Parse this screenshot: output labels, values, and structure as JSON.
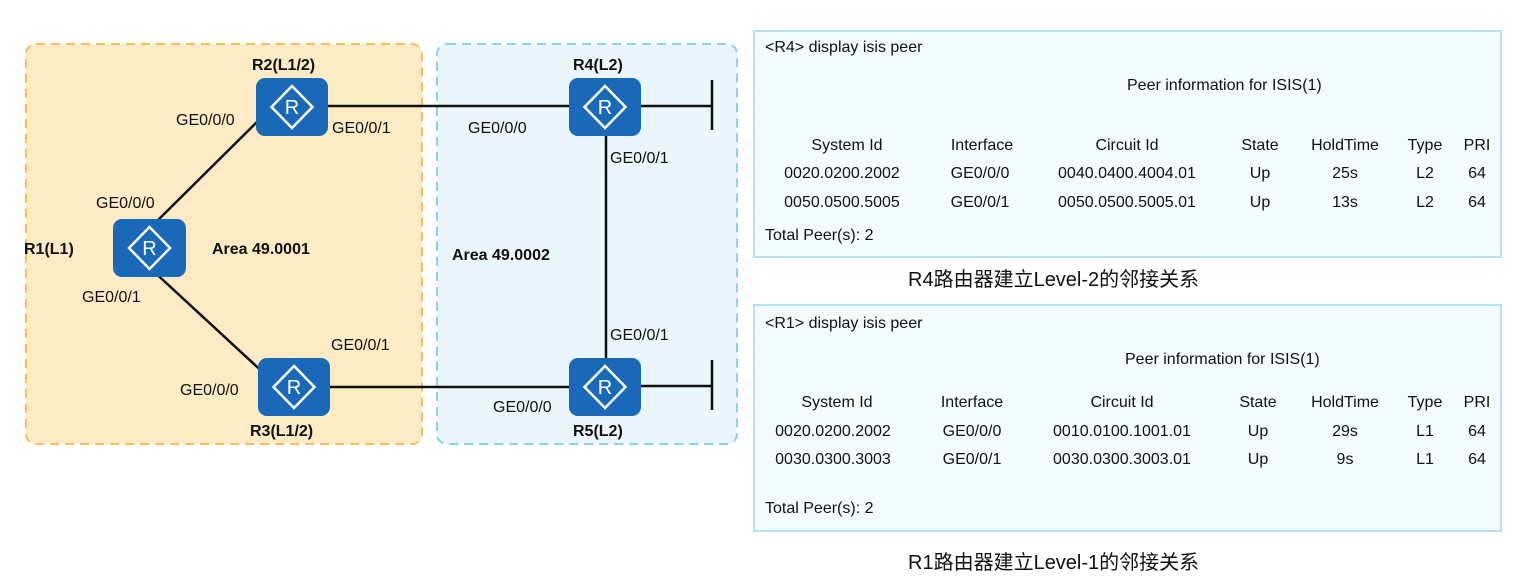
{
  "topology": {
    "areas": [
      {
        "label": "Area 49.0001",
        "fill": "#fcebc4",
        "border": "#f0c060"
      },
      {
        "label": "Area 49.0002",
        "fill": "#eaf6fb",
        "border": "#8dd0e8"
      }
    ],
    "routers": [
      {
        "id": "R1",
        "label": "R1(L1)"
      },
      {
        "id": "R2",
        "label": "R2(L1/2)"
      },
      {
        "id": "R3",
        "label": "R3(L1/2)"
      },
      {
        "id": "R4",
        "label": "R4(L2)"
      },
      {
        "id": "R5",
        "label": "R5(L2)"
      }
    ],
    "router_glyph": "R",
    "router_color": "#1a69b8",
    "interfaces": {
      "r1_up": "GE0/0/0",
      "r1_down": "GE0/0/1",
      "r2_left": "GE0/0/0",
      "r2_right": "GE0/0/1",
      "r3_left": "GE0/0/0",
      "r3_right": "GE0/0/1",
      "r4_left": "GE0/0/0",
      "r4_down": "GE0/0/1",
      "r5_up": "GE0/0/1",
      "r5_left": "GE0/0/0"
    }
  },
  "panels": [
    {
      "command": "<R4> display isis peer",
      "title": "Peer information for ISIS(1)",
      "headers": [
        "System Id",
        "Interface",
        "Circuit Id",
        "State",
        "HoldTime",
        "Type",
        "PRI"
      ],
      "rows": [
        [
          "0020.0200.2002",
          "GE0/0/0",
          "0040.0400.4004.01",
          "Up",
          "25s",
          "L2",
          "64"
        ],
        [
          "0050.0500.5005",
          "GE0/0/1",
          "0050.0500.5005.01",
          "Up",
          "13s",
          "L2",
          "64"
        ]
      ],
      "total": "Total Peer(s): 2",
      "caption": "R4路由器建立Level-2的邻接关系"
    },
    {
      "command": "<R1> display isis peer",
      "title": "Peer information for ISIS(1)",
      "headers": [
        "System Id",
        "Interface",
        "Circuit Id",
        "State",
        "HoldTime",
        "Type",
        "PRI"
      ],
      "rows": [
        [
          "0020.0200.2002",
          "GE0/0/0",
          "0010.0100.1001.01",
          "Up",
          "29s",
          "L1",
          "64"
        ],
        [
          "0030.0300.3003",
          "GE0/0/1",
          "0030.0300.3003.01",
          "Up",
          "9s",
          "L1",
          "64"
        ]
      ],
      "total": "Total Peer(s): 2",
      "caption": "R1路由器建立Level-1的邻接关系"
    }
  ]
}
